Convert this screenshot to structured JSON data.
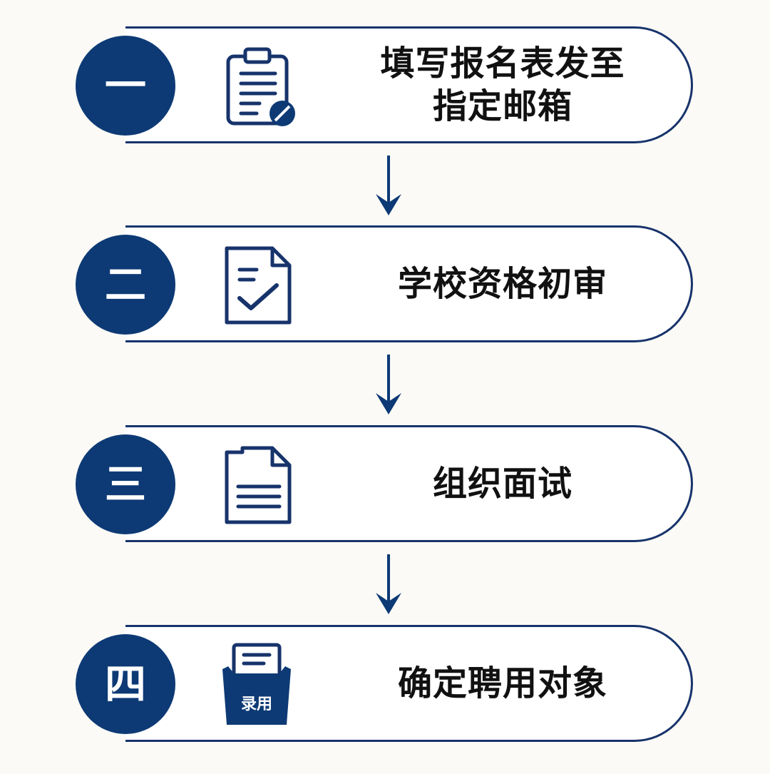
{
  "colors": {
    "navy": "#0d3a75",
    "outline": "#17336b",
    "background": "#fbfaf6",
    "text": "#111111"
  },
  "steps": [
    {
      "number": "一",
      "icon": "clipboard-pen-icon",
      "lines": [
        "填写报名表发至",
        "指定邮箱"
      ]
    },
    {
      "number": "二",
      "icon": "document-check-icon",
      "lines": [
        "学校资格初审"
      ]
    },
    {
      "number": "三",
      "icon": "document-lines-icon",
      "lines": [
        "组织面试"
      ]
    },
    {
      "number": "四",
      "icon": "hire-tray-icon",
      "icon_text": "录用",
      "lines": [
        "确定聘用对象"
      ]
    }
  ],
  "connectors": [
    "arrow-down-icon",
    "arrow-down-icon",
    "arrow-down-icon"
  ]
}
